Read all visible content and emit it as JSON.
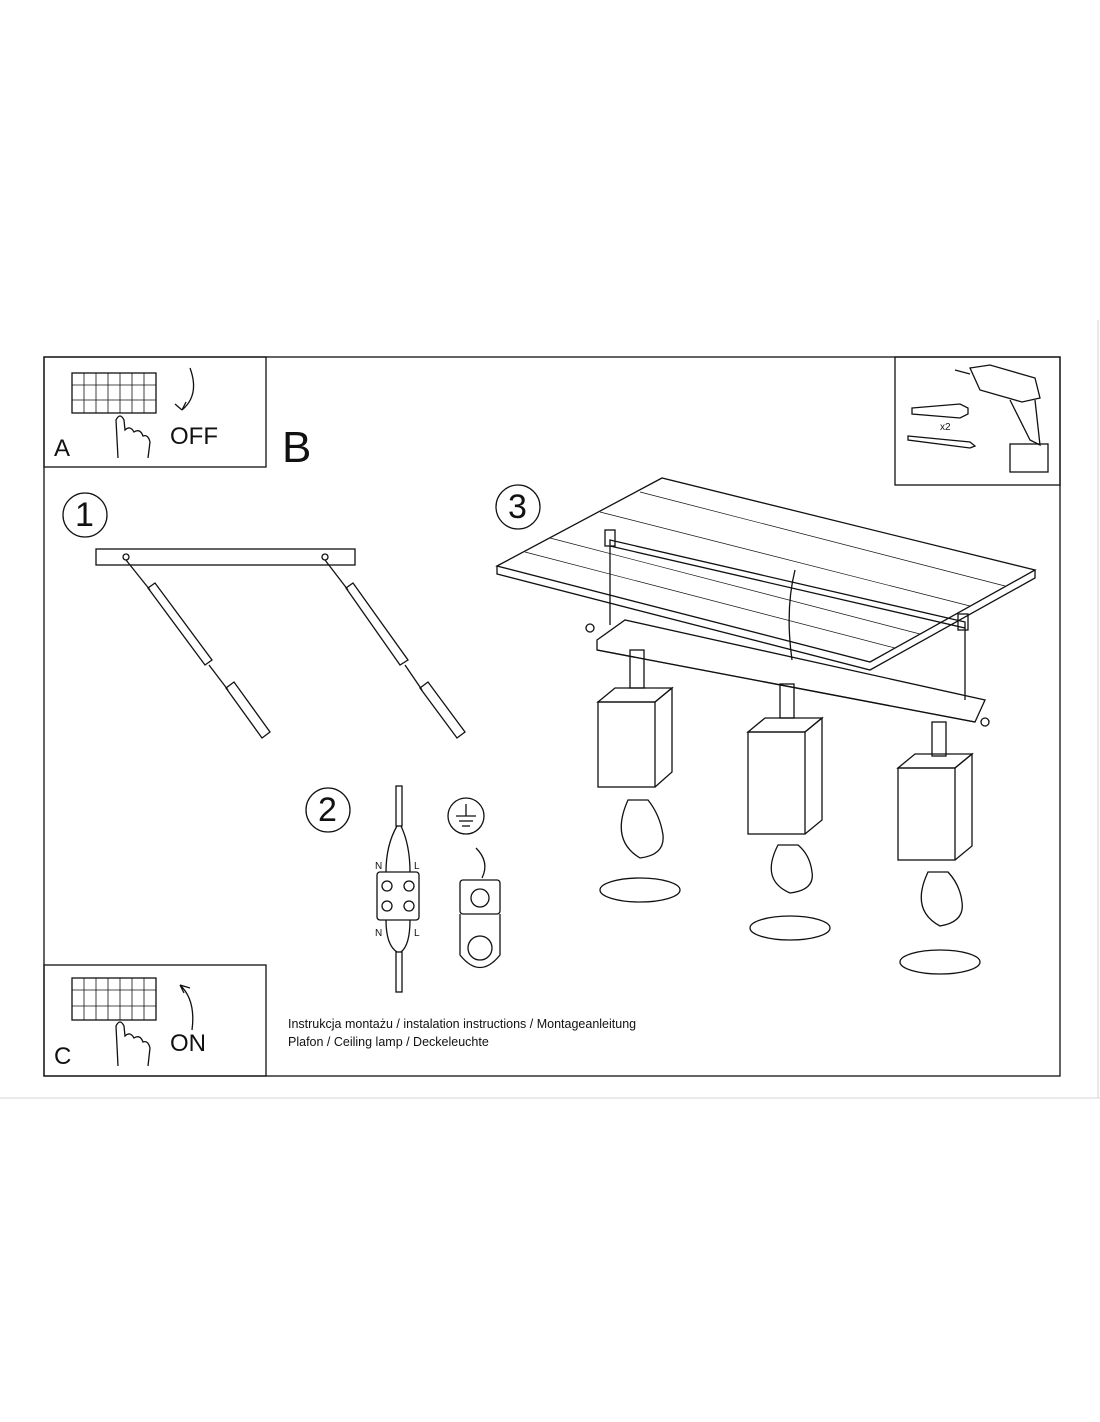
{
  "panel_a": {
    "letter": "A",
    "action": "OFF"
  },
  "panel_b": {
    "letter": "B"
  },
  "panel_c": {
    "letter": "C",
    "action": "ON"
  },
  "steps": [
    "1",
    "2",
    "3"
  ],
  "tools": {
    "quantity": "x2"
  },
  "wiring": {
    "top_left": "N",
    "top_right": "L",
    "bottom_left": "N",
    "bottom_right": "L"
  },
  "footer": {
    "line1": "Instrukcja montażu / instalation instructions / Montageanleitung",
    "line2": "Plafon / Ceiling lamp / Deckeleuchte"
  }
}
